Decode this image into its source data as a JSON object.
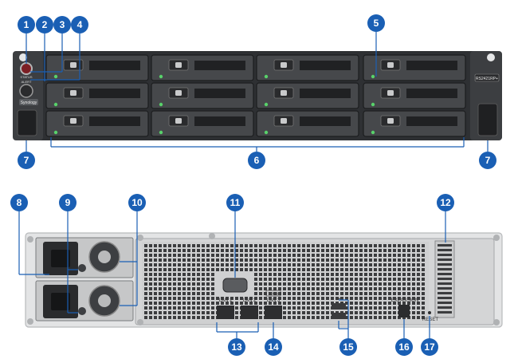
{
  "front_panel": {
    "led_labels": [
      "STATUS",
      "ALERT"
    ],
    "brand": "Synology",
    "model": "RS2421RP+"
  },
  "rear_panel": {
    "port_labels": {
      "lan1": "LAN 1",
      "lan2": "LAN 2",
      "lan3": "LAN 3",
      "speed": "10Gb",
      "expansion": "EXPANSION",
      "reset": "RESET"
    }
  },
  "callouts": [
    "1",
    "2",
    "3",
    "4",
    "5",
    "6",
    "7",
    "7",
    "8",
    "9",
    "10",
    "11",
    "12",
    "13",
    "14",
    "15",
    "16",
    "17"
  ],
  "colors": {
    "callout": "#1a5fb4",
    "chassis": "#3a3c3f",
    "led": "#58d26a"
  }
}
